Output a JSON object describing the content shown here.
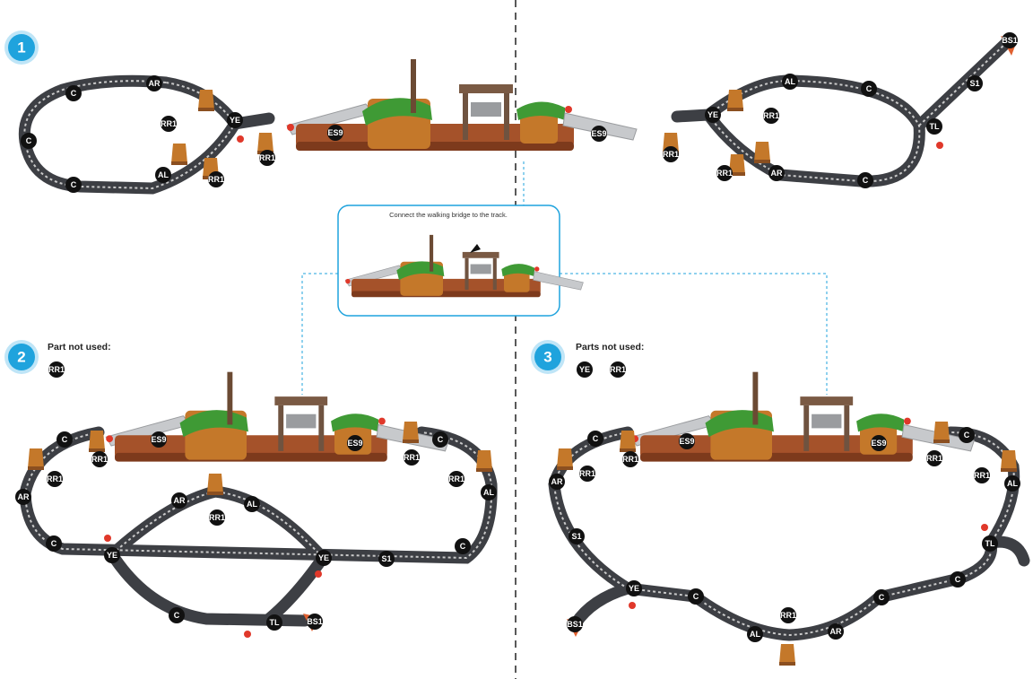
{
  "steps": [
    {
      "number": "1"
    },
    {
      "number": "2",
      "note": "Part not used:"
    },
    {
      "number": "3",
      "note": "Parts not used:"
    }
  ],
  "callout": {
    "caption": "Connect the walking bridge to the track."
  },
  "colors": {
    "step_badge": "#1fa3dd",
    "callout_border": "#1fa3dd",
    "track": "#3d3f44",
    "track_tie": "#c9c9c9",
    "base_brown": "#a5522a",
    "tree_green": "#3f9a35",
    "rock_orange": "#c4782a",
    "post_brown": "#7a5a44",
    "ramp_grey": "#c7c9cc",
    "stopper_red": "#e0382a",
    "badge_black": "#111111"
  },
  "labels": {
    "s1": [
      {
        "id": "s1-ar",
        "text": "AR"
      },
      {
        "id": "s1-c1",
        "text": "C"
      },
      {
        "id": "s1-c2",
        "text": "C"
      },
      {
        "id": "s1-c3",
        "text": "C"
      },
      {
        "id": "s1-rr1a",
        "text": "RR1"
      },
      {
        "id": "s1-ye",
        "text": "YE"
      },
      {
        "id": "s1-rr1b",
        "text": "RR1"
      },
      {
        "id": "s1-al",
        "text": "AL"
      },
      {
        "id": "s1-rr1c",
        "text": "RR1"
      },
      {
        "id": "s1-es9a",
        "text": "ES9"
      },
      {
        "id": "s1-es9b",
        "text": "ES9"
      },
      {
        "id": "s1-rr1d",
        "text": "RR1"
      },
      {
        "id": "s1-ye2",
        "text": "YE"
      },
      {
        "id": "s1-rr1e",
        "text": "RR1"
      },
      {
        "id": "s1-al2",
        "text": "AL"
      },
      {
        "id": "s1-c4",
        "text": "C"
      },
      {
        "id": "s1-rr1f",
        "text": "RR1"
      },
      {
        "id": "s1-ar2",
        "text": "AR"
      },
      {
        "id": "s1-c5",
        "text": "C"
      },
      {
        "id": "s1-tl",
        "text": "TL"
      },
      {
        "id": "s1-s1",
        "text": "S1"
      },
      {
        "id": "s1-bs1",
        "text": "BS1"
      }
    ],
    "s2": [
      {
        "id": "s2-unused",
        "text": "RR1"
      },
      {
        "id": "s2-c1",
        "text": "C"
      },
      {
        "id": "s2-rr1a",
        "text": "RR1"
      },
      {
        "id": "s2-es9a",
        "text": "ES9"
      },
      {
        "id": "s2-rr1b",
        "text": "RR1"
      },
      {
        "id": "s2-ar1",
        "text": "AR"
      },
      {
        "id": "s2-c2",
        "text": "C"
      },
      {
        "id": "s2-ye1",
        "text": "YE"
      },
      {
        "id": "s2-ar2",
        "text": "AR"
      },
      {
        "id": "s2-rr1c",
        "text": "RR1"
      },
      {
        "id": "s2-al1",
        "text": "AL"
      },
      {
        "id": "s2-c3",
        "text": "C"
      },
      {
        "id": "s2-tl",
        "text": "TL"
      },
      {
        "id": "s2-bs1",
        "text": "BS1"
      },
      {
        "id": "s2-ye2",
        "text": "YE"
      },
      {
        "id": "s2-s1",
        "text": "S1"
      },
      {
        "id": "s2-es9b",
        "text": "ES9"
      },
      {
        "id": "s2-rr1d",
        "text": "RR1"
      },
      {
        "id": "s2-c4",
        "text": "C"
      },
      {
        "id": "s2-rr1e",
        "text": "RR1"
      },
      {
        "id": "s2-al2",
        "text": "AL"
      },
      {
        "id": "s2-c5",
        "text": "C"
      }
    ],
    "s3": [
      {
        "id": "s3-unused1",
        "text": "YE"
      },
      {
        "id": "s3-unused2",
        "text": "RR1"
      },
      {
        "id": "s3-c1",
        "text": "C"
      },
      {
        "id": "s3-rr1a",
        "text": "RR1"
      },
      {
        "id": "s3-ar1",
        "text": "AR"
      },
      {
        "id": "s3-rr1b",
        "text": "RR1"
      },
      {
        "id": "s3-es9a",
        "text": "ES9"
      },
      {
        "id": "s3-s1",
        "text": "S1"
      },
      {
        "id": "s3-ye",
        "text": "YE"
      },
      {
        "id": "s3-bs1",
        "text": "BS1"
      },
      {
        "id": "s3-c2",
        "text": "C"
      },
      {
        "id": "s3-al",
        "text": "AL"
      },
      {
        "id": "s3-rr1c",
        "text": "RR1"
      },
      {
        "id": "s3-ar2",
        "text": "AR"
      },
      {
        "id": "s3-c3",
        "text": "C"
      },
      {
        "id": "s3-c4",
        "text": "C"
      },
      {
        "id": "s3-tl",
        "text": "TL"
      },
      {
        "id": "s3-es9b",
        "text": "ES9"
      },
      {
        "id": "s3-rr1d",
        "text": "RR1"
      },
      {
        "id": "s3-c5",
        "text": "C"
      },
      {
        "id": "s3-rr1e",
        "text": "RR1"
      },
      {
        "id": "s3-al2",
        "text": "AL"
      }
    ]
  }
}
